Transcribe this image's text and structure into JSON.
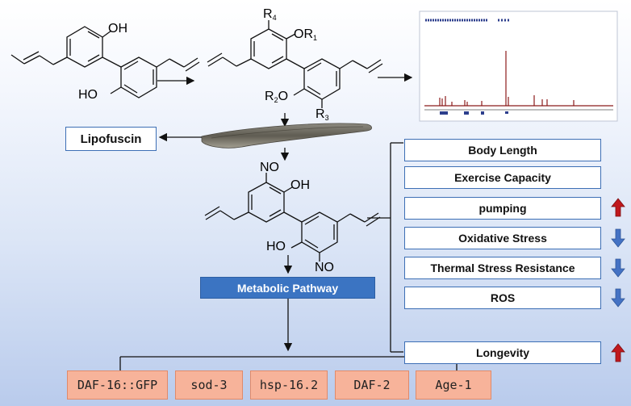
{
  "molecule_labels": {
    "start_oh_top": "OH",
    "start_oh_bottom": "HO",
    "deriv_r4": "R4",
    "deriv_or1": "OR1",
    "deriv_r2o": "R2O",
    "deriv_r3": "R3",
    "nitro_no_top": "NO",
    "nitro_oh": "OH",
    "nitro_ho": "HO",
    "nitro_no_bottom": "NO"
  },
  "lipofuscin_label": "Lipofuscin",
  "metabolic_pathway_label": "Metabolic Pathway",
  "parameters": [
    {
      "label": "Body Length",
      "trend": ""
    },
    {
      "label": "Exercise Capacity",
      "trend": ""
    },
    {
      "label": "pumping",
      "trend": "up"
    },
    {
      "label": "Oxidative Stress",
      "trend": "down"
    },
    {
      "label": "Thermal Stress Resistance",
      "trend": "down"
    },
    {
      "label": "ROS",
      "trend": "down"
    },
    {
      "label": "Longevity",
      "trend": "up"
    }
  ],
  "genes": [
    "DAF-16::GFP",
    "sod-3",
    "hsp-16.2",
    "DAF-2",
    "Age-1"
  ],
  "colors": {
    "box_border": "#3d6fb5",
    "pathway_fill": "#3b74c2",
    "gene_fill": "#f7b39a",
    "up_arrow": "#c0181d",
    "down_arrow": "#4472c4",
    "substituent_red": "#d11515",
    "spectrum_peaks": "#8b1a1a"
  }
}
